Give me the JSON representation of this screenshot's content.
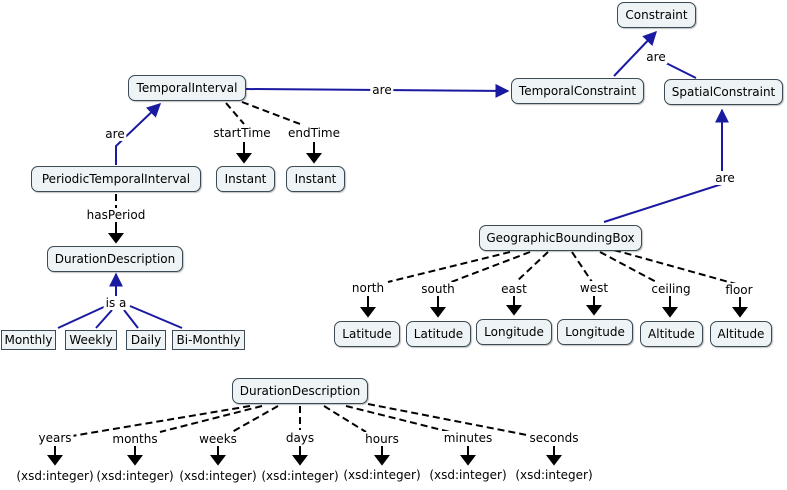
{
  "nodes": {
    "constraint": "Constraint",
    "temporal_constraint": "TemporalConstraint",
    "spatial_constraint": "SpatialConstraint",
    "temporal_interval": "TemporalInterval",
    "periodic_temporal_interval": "PeriodicTemporalInterval",
    "instant_start": "Instant",
    "instant_end": "Instant",
    "duration_description_top": "DurationDescription",
    "monthly": "Monthly",
    "weekly": "Weekly",
    "daily": "Daily",
    "bi_monthly": "Bi-Monthly",
    "geo_bbox": "GeographicBoundingBox",
    "latitude_north": "Latitude",
    "latitude_south": "Latitude",
    "longitude_east": "Longitude",
    "longitude_west": "Longitude",
    "altitude_ceiling": "Altitude",
    "altitude_floor": "Altitude",
    "duration_description_bottom": "DurationDescription"
  },
  "links": {
    "are_constraint": "are",
    "are_temporal": "are",
    "are_periodic": "are",
    "start_time": "startTime",
    "end_time": "endTime",
    "has_period": "hasPeriod",
    "is_a": "is a",
    "are_spatial": "are",
    "north": "north",
    "south": "south",
    "east": "east",
    "west": "west",
    "ceiling": "ceiling",
    "floor": "floor",
    "years": "years",
    "months": "months",
    "weeks": "weeks",
    "days": "days",
    "hours": "hours",
    "minutes": "minutes",
    "seconds": "seconds"
  },
  "values": {
    "years": "(xsd:integer)",
    "months": "(xsd:integer)",
    "weeks": "(xsd:integer)",
    "days": "(xsd:integer)",
    "hours": "(xsd:integer)",
    "minutes": "(xsd:integer)",
    "seconds": "(xsd:integer)"
  },
  "colors": {
    "subclass_line": "#1a1aa0",
    "property_line": "#000000",
    "node_fill": "#eef3f5"
  }
}
